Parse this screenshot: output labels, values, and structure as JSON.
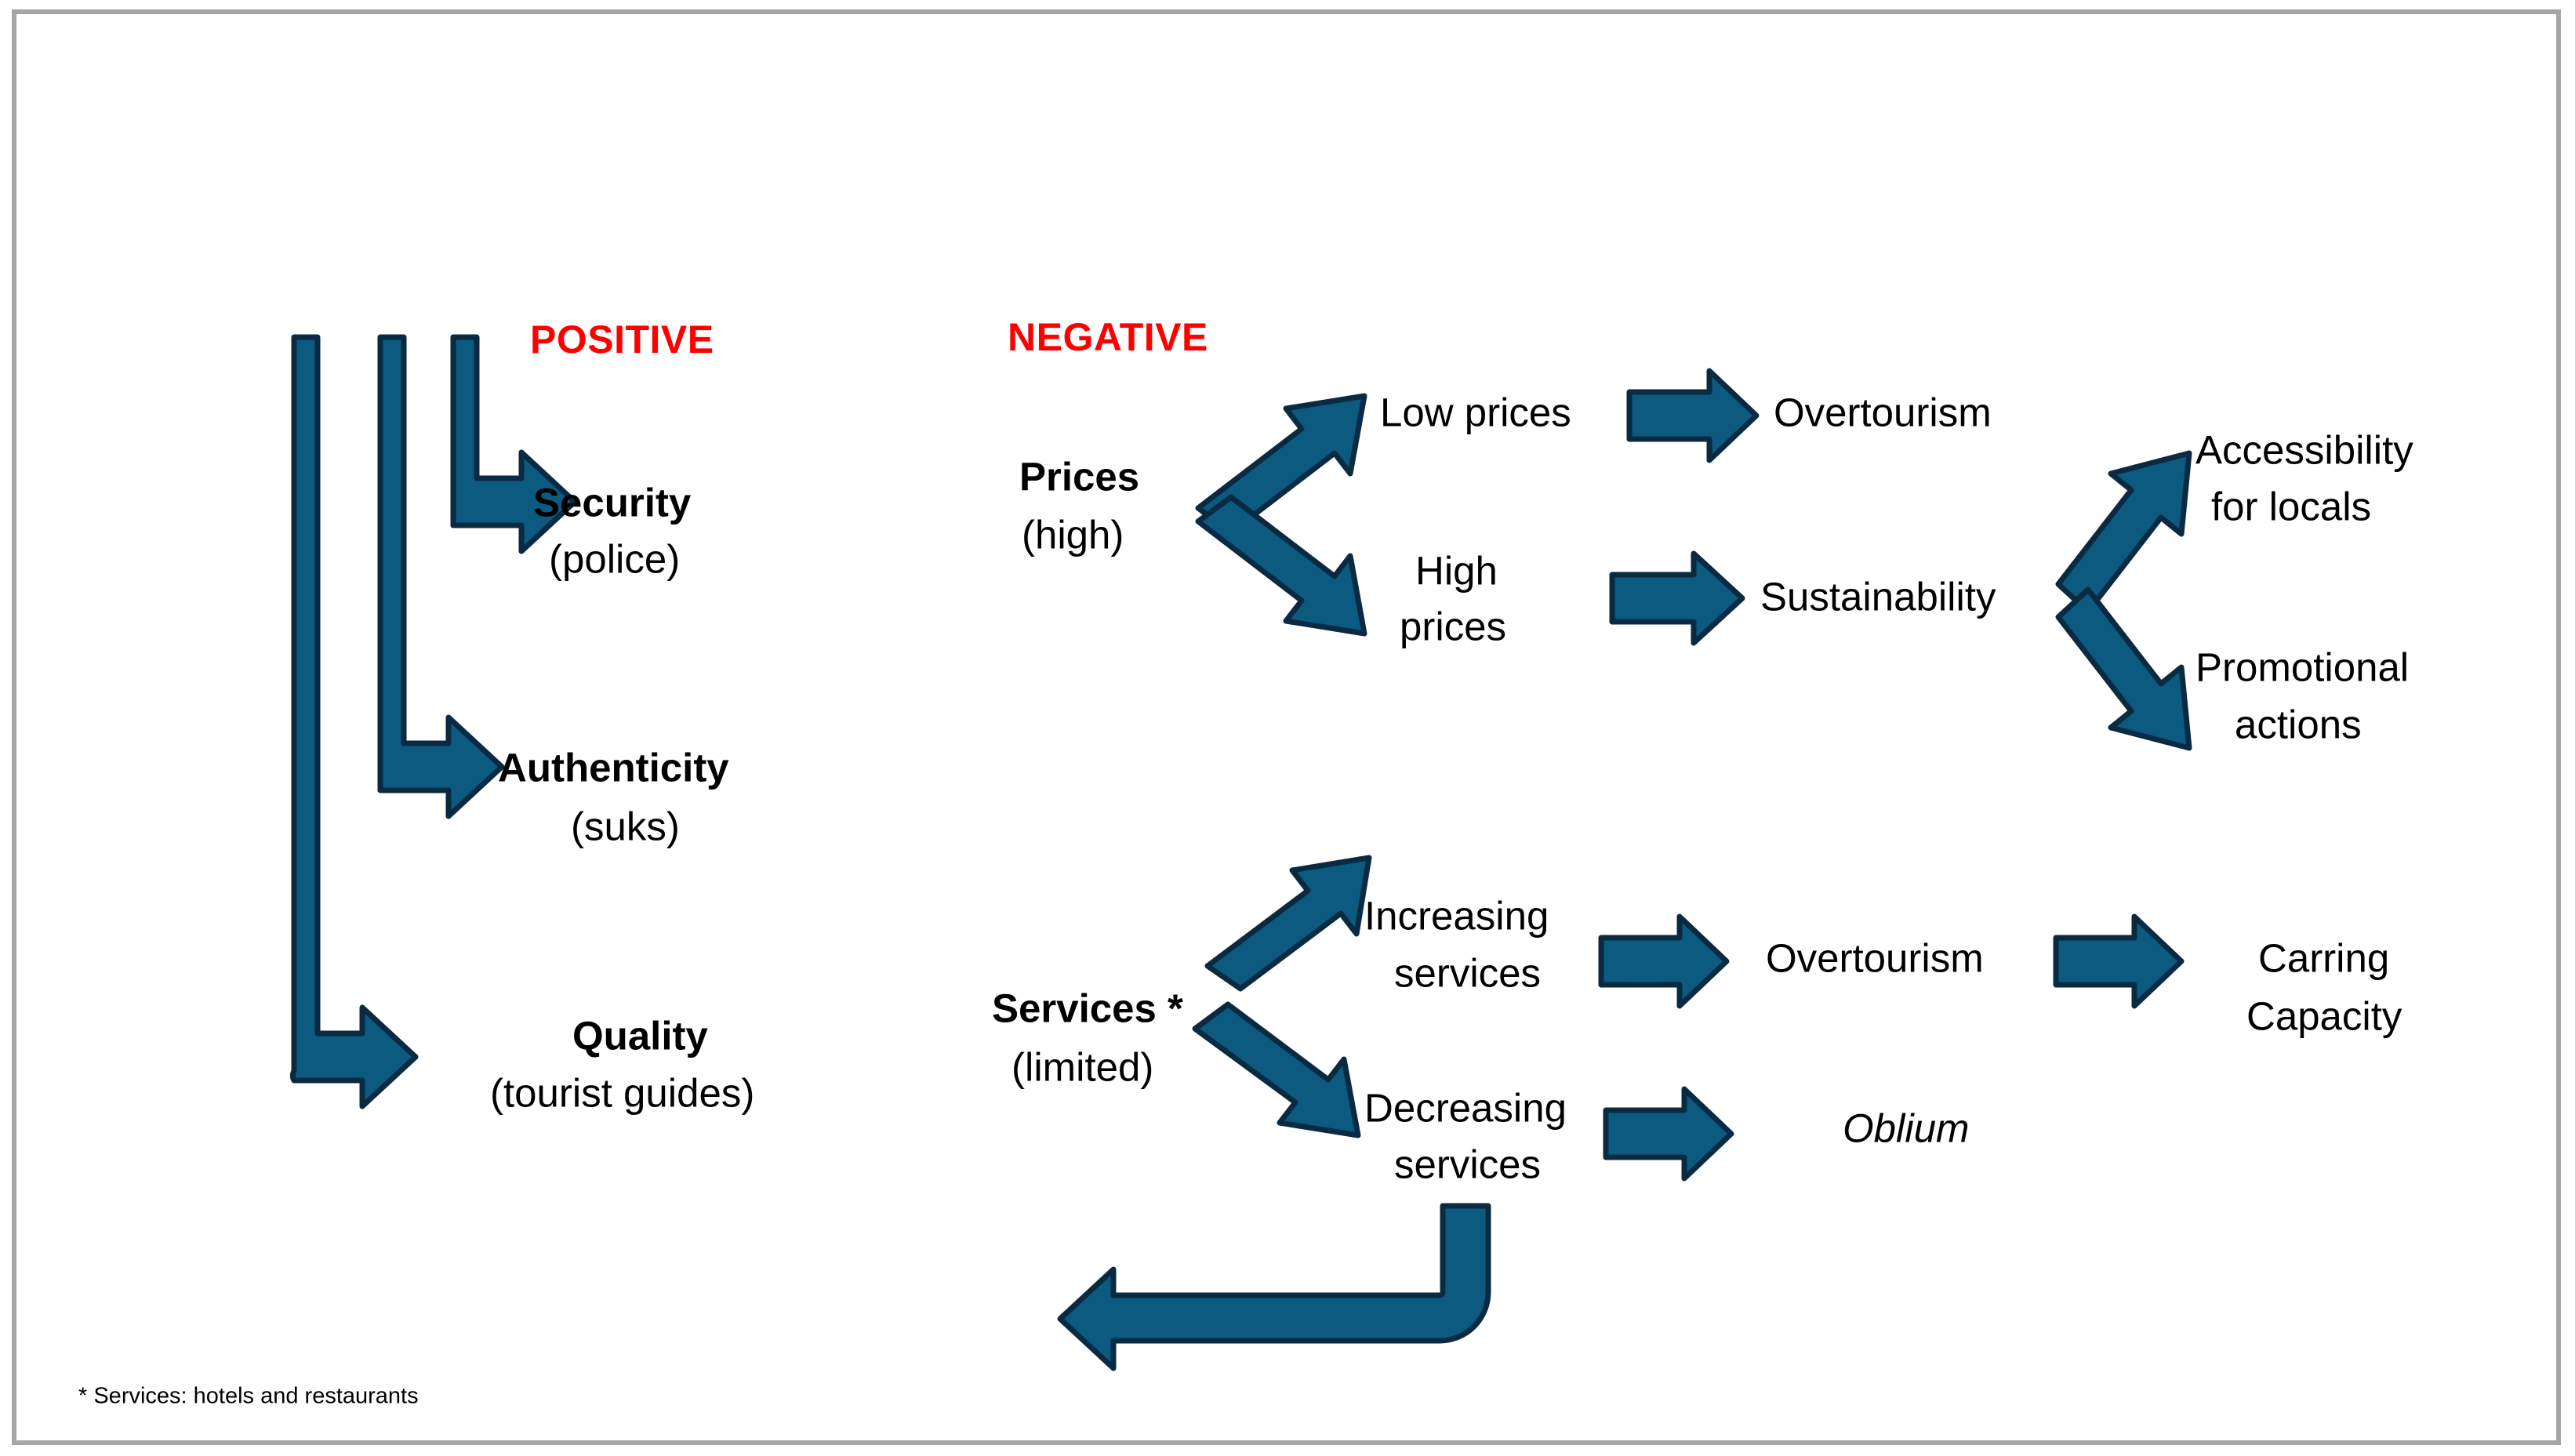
{
  "diagram": {
    "title_positive": "POSITIVE",
    "title_negative": "NEGATIVE",
    "footnote": "* Services: hotels and restaurants",
    "colors": {
      "arrow_fill": "#0c5a80",
      "arrow_outline": "#0a2a42",
      "heading": "#FF0000",
      "frame": "#a6a6a6",
      "text": "#000000"
    },
    "positive_branch": {
      "heading": "POSITIVE",
      "items": [
        {
          "label": "Security",
          "sublabel": "(police)"
        },
        {
          "label": "Authenticity",
          "sublabel": "(suks)"
        },
        {
          "label": "Quality",
          "sublabel": "(tourist  guides)"
        }
      ]
    },
    "negative_branch": {
      "heading": "NEGATIVE",
      "chains": [
        {
          "source": "Prices",
          "source_sub": "(high)",
          "outcomes": [
            {
              "label": "Low prices",
              "next": "Overtourism",
              "next2": []
            },
            {
              "label_line1": "High",
              "label_line2": "prices",
              "next": "Sustainability",
              "next2": [
                {
                  "line1": "Accessibility",
                  "line2": "for locals"
                },
                {
                  "line1": "Promotional",
                  "line2": "actions"
                }
              ]
            }
          ]
        },
        {
          "source": "Services *",
          "source_sub": "(limited)",
          "outcomes": [
            {
              "label_line1": "Increasing",
              "label_line2": "services",
              "next": "Overtourism",
              "next2": [
                {
                  "line1": "Carring",
                  "line2": "Capacity"
                }
              ]
            },
            {
              "label_line1": "Decreasing",
              "label_line2": "services",
              "next": "Oblium",
              "next2": []
            }
          ]
        }
      ]
    },
    "labels": {
      "security": "Security",
      "security_sub": "(police)",
      "authenticity": "Authenticity",
      "authenticity_sub": "(suks)",
      "quality": "Quality",
      "quality_sub": "(tourist  guides)",
      "prices": "Prices",
      "prices_sub": "(high)",
      "low_prices": "Low prices",
      "high_prices_l1": "High",
      "high_prices_l2": "prices",
      "overtourism_top": "Overtourism",
      "sustainability": "Sustainability",
      "accessibility_l1": "Accessibility",
      "accessibility_l2": "for locals",
      "promotional_l1": "Promotional",
      "promotional_l2": "actions",
      "services": "Services *",
      "services_sub": "(limited)",
      "increasing_l1": "Increasing",
      "increasing_l2": "services",
      "decreasing_l1": "Decreasing",
      "decreasing_l2": "services",
      "overtourism_bottom": "Overtourism",
      "carrying_l1": "Carring",
      "carrying_l2": "Capacity",
      "oblium": "Oblium"
    }
  }
}
